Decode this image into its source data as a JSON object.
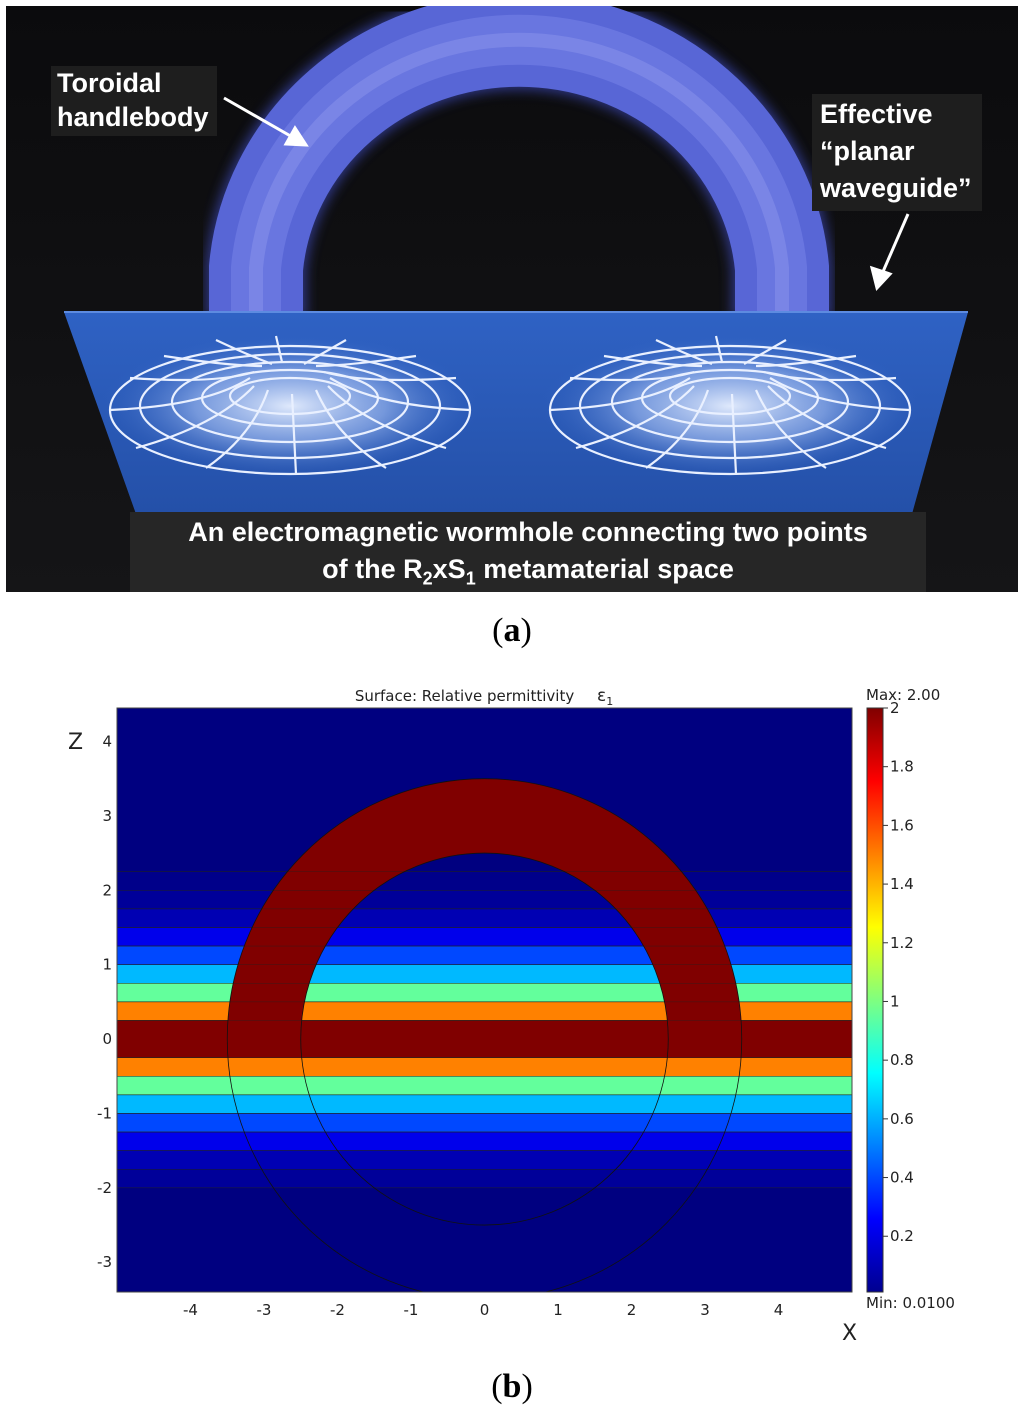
{
  "panel_a": {
    "label_toroidal": [
      "Toroidal",
      "handlebody"
    ],
    "label_effective": [
      "Effective",
      "“planar",
      "waveguide”"
    ],
    "caption_line1": "An electromagnetic wormhole connecting two points",
    "caption_line2_pre": "of the R",
    "caption_sub1": "2",
    "caption_mid": "xS",
    "caption_sub2": "1",
    "caption_post": " metamaterial space",
    "sub_label": "a"
  },
  "panel_b": {
    "title": "Surface: Relative permittivity",
    "title_symbol": "ε",
    "title_symbol_sub": "1",
    "colorbar_max": "Max: 2.00",
    "colorbar_min": "Min: 0.0100",
    "sub_label": "b"
  },
  "chart_data": {
    "type": "heatmap",
    "title": "Surface: Relative permittivity ε1",
    "xlabel": "X",
    "ylabel": "Z",
    "xlim": [
      -5,
      5
    ],
    "ylim": [
      -3.4,
      4.45
    ],
    "x_ticks": [
      -4,
      -3,
      -2,
      -1,
      0,
      1,
      2,
      3,
      4
    ],
    "y_ticks": [
      -3,
      -2,
      -1,
      0,
      1,
      2,
      3,
      4
    ],
    "colorbar": {
      "range": [
        0.01,
        2.0
      ],
      "ticks": [
        0.2,
        0.4,
        0.6,
        0.8,
        1,
        1.2,
        1.4,
        1.6,
        1.8,
        2
      ],
      "colormap": "jet",
      "max_label": "Max: 2.00",
      "min_label": "Min: 0.0100"
    },
    "torus": {
      "center": [
        0,
        0
      ],
      "inner_radius": 2.5,
      "outer_radius": 3.5,
      "value": 2.0,
      "filled_for_z_above": -0.25
    },
    "waveguide_layers": [
      {
        "z_from": 2.0,
        "z_to": 2.25,
        "value": 0.03
      },
      {
        "z_from": 1.75,
        "z_to": 2.0,
        "value": 0.06
      },
      {
        "z_from": 1.5,
        "z_to": 1.75,
        "value": 0.11
      },
      {
        "z_from": 1.25,
        "z_to": 1.5,
        "value": 0.22
      },
      {
        "z_from": 1.0,
        "z_to": 1.25,
        "value": 0.4
      },
      {
        "z_from": 0.75,
        "z_to": 1.0,
        "value": 0.62
      },
      {
        "z_from": 0.5,
        "z_to": 0.75,
        "value": 0.95
      },
      {
        "z_from": 0.25,
        "z_to": 0.5,
        "value": 1.5
      },
      {
        "z_from": -0.25,
        "z_to": 0.25,
        "value": 2.0
      },
      {
        "z_from": -0.5,
        "z_to": -0.25,
        "value": 1.5
      },
      {
        "z_from": -0.75,
        "z_to": -0.5,
        "value": 0.95
      },
      {
        "z_from": -1.0,
        "z_to": -0.75,
        "value": 0.62
      },
      {
        "z_from": -1.25,
        "z_to": -1.0,
        "value": 0.4
      },
      {
        "z_from": -1.5,
        "z_to": -1.25,
        "value": 0.22
      },
      {
        "z_from": -1.75,
        "z_to": -1.5,
        "value": 0.11
      },
      {
        "z_from": -2.0,
        "z_to": -1.75,
        "value": 0.06
      }
    ],
    "background_value": 0.01
  }
}
